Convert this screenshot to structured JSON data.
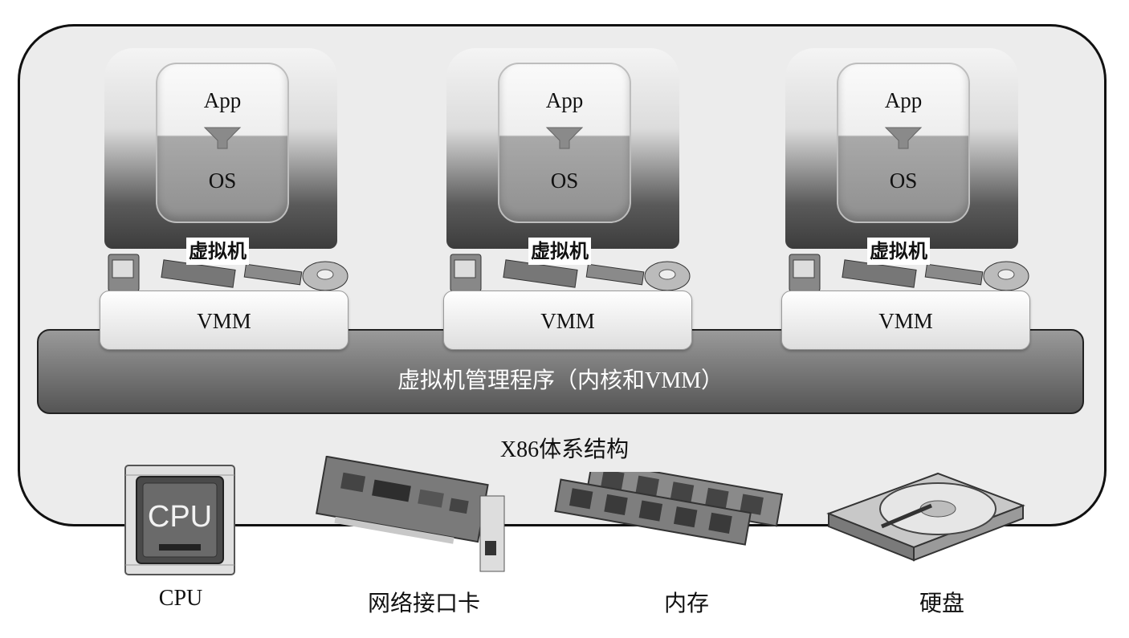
{
  "vms": [
    {
      "app": "App",
      "os": "OS",
      "vm_label": "虚拟机",
      "vmm": "VMM"
    },
    {
      "app": "App",
      "os": "OS",
      "vm_label": "虚拟机",
      "vmm": "VMM"
    },
    {
      "app": "App",
      "os": "OS",
      "vm_label": "虚拟机",
      "vmm": "VMM"
    }
  ],
  "hypervisor": {
    "label": "虚拟机管理程序（内核和VMM）"
  },
  "architecture": {
    "label": "X86体系结构"
  },
  "hardware": {
    "cpu": {
      "label": "CPU",
      "chip_text": "CPU",
      "icon": "cpu-chip-icon"
    },
    "nic": {
      "label": "网络接口卡",
      "icon": "network-card-icon"
    },
    "memory": {
      "label": "内存",
      "icon": "memory-module-icon"
    },
    "disk": {
      "label": "硬盘",
      "icon": "hard-disk-icon"
    }
  }
}
